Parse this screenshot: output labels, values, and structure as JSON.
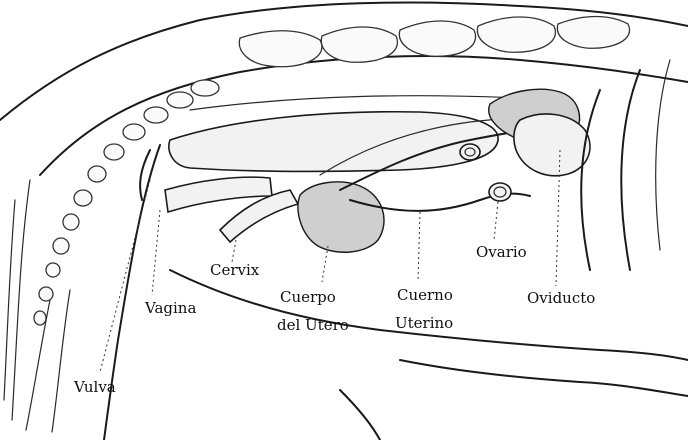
{
  "labels": {
    "cervix": "Cervix",
    "vagina": "Vagina",
    "cuerpo_line1": "Cuerpo",
    "cuerpo_line2": "del Utero",
    "cuerno_line1": "Cuerno",
    "cuerno_line2": "Uterino",
    "ovario": "Ovario",
    "oviducto": "Oviducto",
    "vulva": "Vulva"
  }
}
